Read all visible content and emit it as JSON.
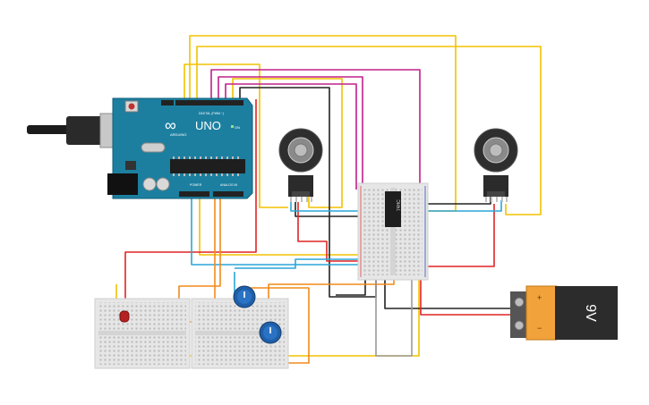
{
  "arduino": {
    "logo_text": "UNO",
    "brand_text": "ARDUINO",
    "digital_header_label": "DIGITAL (PWM ~)",
    "power_header_label": "POWER",
    "analog_header_label": "ANALOG IN",
    "on_label": "ON"
  },
  "ic": {
    "label": "74HC"
  },
  "battery": {
    "label": "9V",
    "plus_symbol": "+",
    "minus_symbol": "−"
  },
  "wire_colors": {
    "red": "#e02424",
    "black": "#222222",
    "yellow": "#f2c200",
    "blue": "#2aa6d8",
    "magenta": "#c0208a",
    "orange": "#f28a1a",
    "gray": "#9a9a9a"
  }
}
